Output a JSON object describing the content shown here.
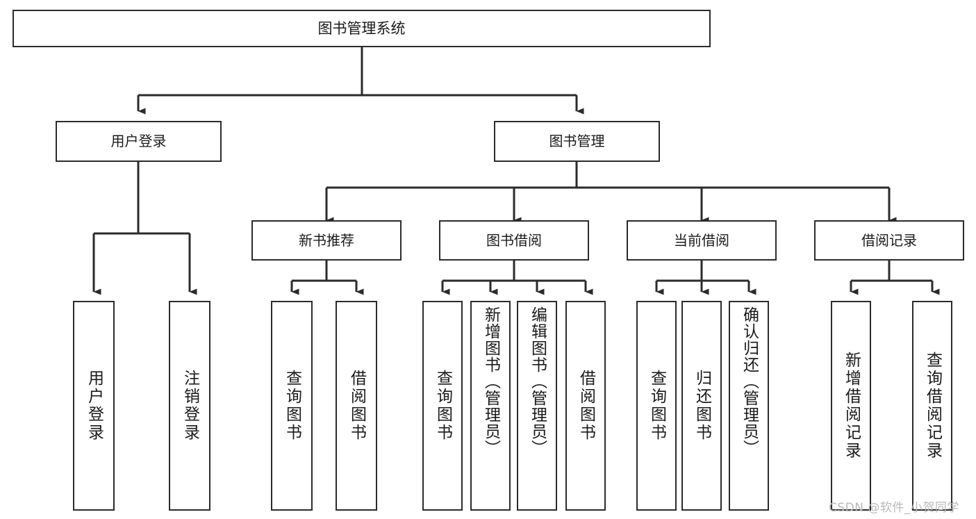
{
  "diagram": {
    "title": "图书管理系统",
    "type": "tree-hierarchy",
    "background_color": "#ffffff",
    "line_color": "#2b2b2b",
    "text_color": "#1a1a1a"
  },
  "nodes": {
    "root": {
      "label": "图书管理系统"
    },
    "level1": [
      {
        "id": "user-login",
        "label": "用户登录"
      },
      {
        "id": "book-manage",
        "label": "图书管理"
      }
    ],
    "level2": [
      {
        "id": "new-book-rec",
        "label": "新书推荐"
      },
      {
        "id": "book-borrow",
        "label": "图书借阅"
      },
      {
        "id": "current-borrow",
        "label": "当前借阅"
      },
      {
        "id": "borrow-record",
        "label": "借阅记录"
      }
    ],
    "leaves": {
      "user_login": [
        {
          "id": "leaf-user-login",
          "label": "用户登录"
        },
        {
          "id": "leaf-logout",
          "label": "注销登录"
        }
      ],
      "new_book_rec": [
        {
          "id": "leaf-query-book-1",
          "label": "查询图书"
        },
        {
          "id": "leaf-borrow-book-1",
          "label": "借阅图书"
        }
      ],
      "book_borrow": [
        {
          "id": "leaf-query-book-2",
          "label": "查询图书"
        },
        {
          "id": "leaf-add-book",
          "label": "新增图书（管理员）"
        },
        {
          "id": "leaf-edit-book",
          "label": "编辑图书（管理员）"
        },
        {
          "id": "leaf-borrow-book-2",
          "label": "借阅图书"
        }
      ],
      "current_borrow": [
        {
          "id": "leaf-query-book-3",
          "label": "查询图书"
        },
        {
          "id": "leaf-return-book",
          "label": "归还图书"
        },
        {
          "id": "leaf-confirm-return",
          "label": "确认归还（管理员）"
        }
      ],
      "borrow_record": [
        {
          "id": "leaf-add-record",
          "label": "新增借阅记录"
        },
        {
          "id": "leaf-query-record",
          "label": "查询借阅记录"
        }
      ]
    }
  },
  "watermark": {
    "text": "CSDN @软件_小贺同学"
  }
}
